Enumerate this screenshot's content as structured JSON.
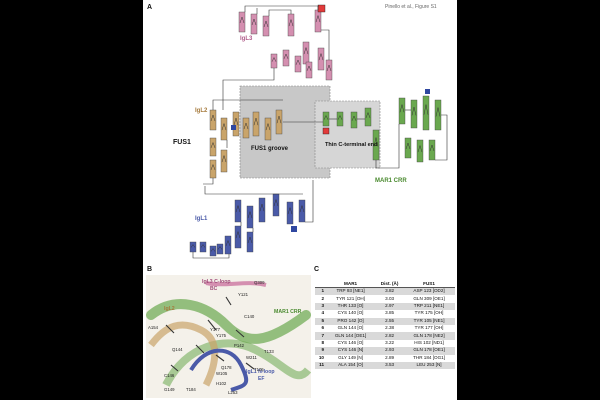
{
  "header": {
    "citation": "Pinello et al., Figure S1"
  },
  "panels": {
    "a": "A",
    "b": "B",
    "c": "C"
  },
  "panel_a_labels": {
    "igl3": "IgL3",
    "igl2": "IgL2",
    "igl1": "IgL1",
    "fus1": "FUS1",
    "fus1_groove": "FUS1 groove",
    "thin_end": "Thin C-terminal end",
    "mar1_crr": "MAR1 CRR"
  },
  "panel_b_labels": {
    "igl3_loop": "IgL3 C-loop",
    "igl3_loop_sub": "BC",
    "igl2": "IgL2",
    "mar1_crr": "MAR1 CRR",
    "igl1_loop": "IgL1 N-loop",
    "igl1_loop_sub": "EF",
    "residues": [
      "Q309",
      "Y121",
      "C140",
      "A154",
      "Y177",
      "Y175",
      "P142",
      "T133",
      "Q144",
      "T105",
      "W211",
      "Q178",
      "W105",
      "H102",
      "C146",
      "G149",
      "T184",
      "L253"
    ]
  },
  "table": {
    "headers": [
      "",
      "MAR1",
      "Dist. (Å)",
      "FUS1"
    ],
    "rows": [
      [
        "1",
        "TRP 93 [NE1]",
        "3.82",
        "ASP 123 [OD2]"
      ],
      [
        "2",
        "TYR 121 [OH]",
        "3.03",
        "GLN 309 [OE1]"
      ],
      [
        "3",
        "THR 133 [O]",
        "2.97",
        "TRP 211 [NE1]"
      ],
      [
        "4",
        "CYS 140 [O]",
        "3.85",
        "TYR 175 [OH]"
      ],
      [
        "5",
        "PRO 142 [O]",
        "2.55",
        "TYR 105 [NE1]"
      ],
      [
        "6",
        "GLN 144 [O]",
        "2.38",
        "TYR 177 [OH]"
      ],
      [
        "7",
        "GLN 144 [OE1]",
        "2.82",
        "GLN 178 [NE2]"
      ],
      [
        "8",
        "CYS 146 [O]",
        "3.22",
        "HIS 102 [ND1]"
      ],
      [
        "9",
        "CYS 146 [N]",
        "2.93",
        "GLN 178 [OE1]"
      ],
      [
        "10",
        "GLY 149 [N]",
        "2.89",
        "THR 184 [OG1]"
      ],
      [
        "11",
        "ALA 154 [O]",
        "3.53",
        "LEU 253 [N]"
      ]
    ]
  },
  "colors": {
    "igl3": "#d48fb0",
    "igl2": "#c9a46a",
    "igl1": "#4a5aa8",
    "mar1": "#6aa84f",
    "groove": "#c8c8c8",
    "marker_red": "#e23a3a",
    "marker_blue": "#2f47a0"
  }
}
